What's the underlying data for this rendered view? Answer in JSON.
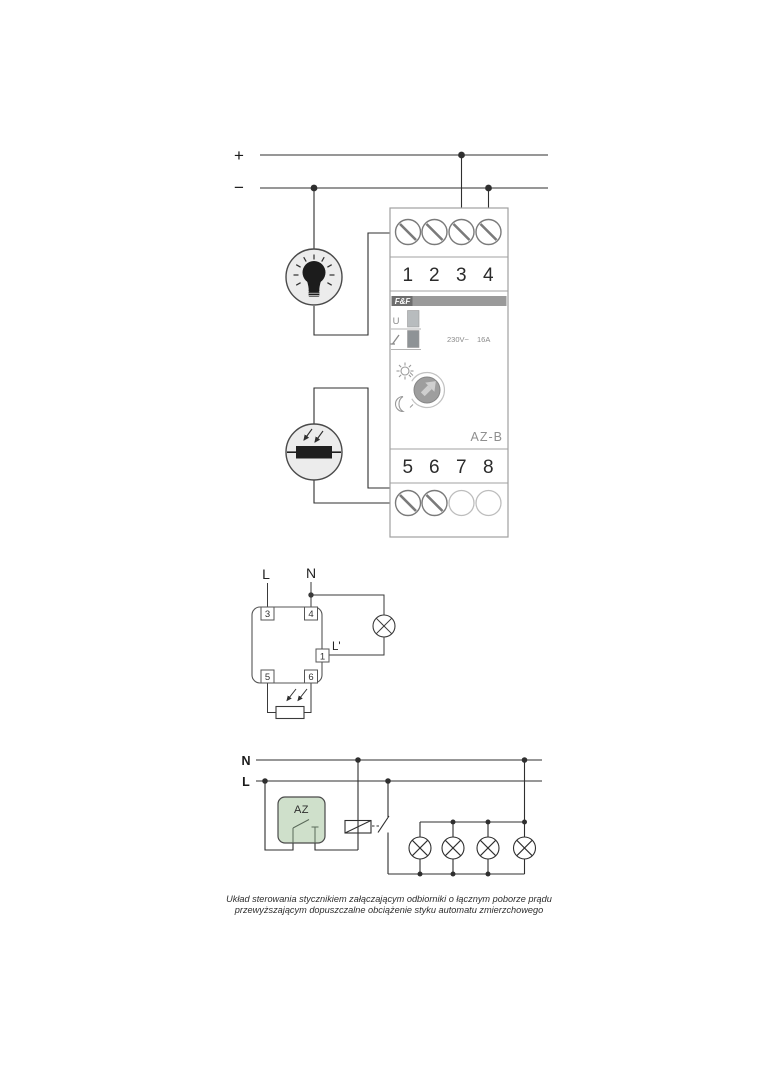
{
  "colors": {
    "line": "#2f2f2f",
    "device_outline": "#a0a0a0",
    "device_text": "#8a8a8a",
    "band_gray": "#9a9a9a",
    "band_dark": "#6e6e6e",
    "az_box_fill": "#cfe0cb",
    "circle_fill": "#ececec"
  },
  "diagram1": {
    "plus": "+",
    "minus": "−",
    "terminals_top": [
      "1",
      "2",
      "3",
      "4"
    ],
    "terminals_bottom": [
      "5",
      "6",
      "7",
      "8"
    ],
    "device": {
      "brand": "F&F",
      "led_u": "U",
      "rating_voltage": "230V~",
      "rating_current": "16A",
      "model": "AZ-B"
    }
  },
  "diagram2": {
    "l": "L",
    "n": "N",
    "l_prime": "L'",
    "t1": "1",
    "t3": "3",
    "t4": "4",
    "t5": "5",
    "t6": "6"
  },
  "diagram3": {
    "n": "N",
    "l": "L",
    "az": "AZ",
    "caption1": "Układ sterowania stycznikiem załączającym odbiorniki o łącznym poborze prądu",
    "caption2": "przewyższającym dopuszczalne obciążenie styku automatu zmierzchowego"
  }
}
